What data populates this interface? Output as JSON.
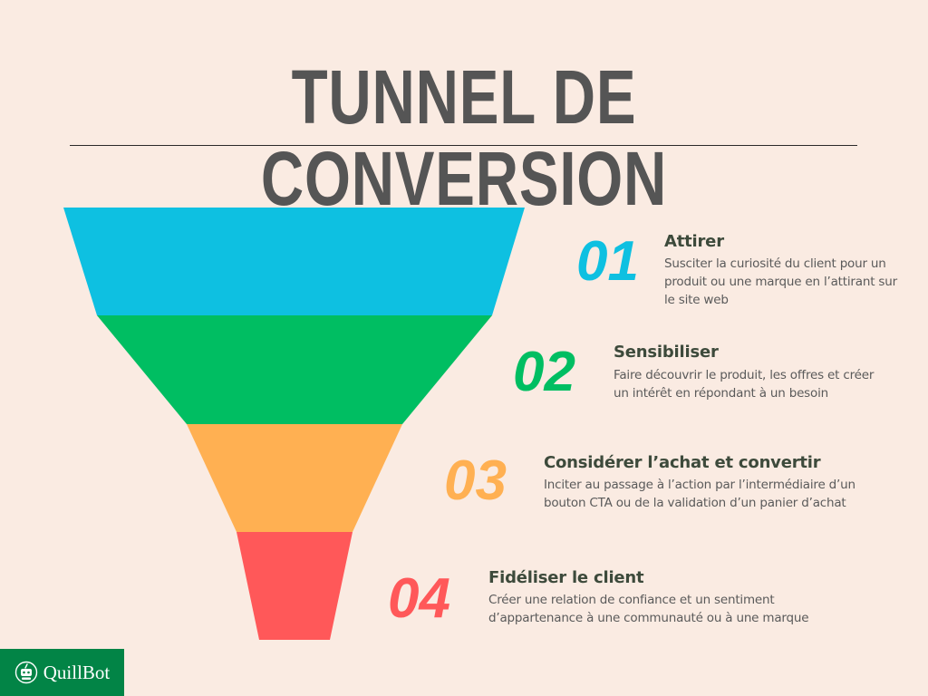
{
  "header": {
    "title": "TUNNEL DE CONVERSION"
  },
  "funnel": {
    "colors": [
      "#0EC0E1",
      "#00BE62",
      "#FFB052",
      "#FF5859"
    ]
  },
  "steps": [
    {
      "number": "01",
      "color": "#0EC0E1",
      "title": "Attirer",
      "lines": [
        "Susciter la curiosité du client pour un",
        "produit ou une marque en l’attirant sur",
        "le site web"
      ]
    },
    {
      "number": "02",
      "color": "#00BE62",
      "title": "Sensibiliser",
      "lines": [
        "Faire découvrir le produit, les offres et créer",
        "un intérêt en répondant à un besoin"
      ]
    },
    {
      "number": "03",
      "color": "#FFB052",
      "title": "Considérer l’achat et convertir",
      "lines": [
        "Inciter au passage à l’action par l’intermédiaire d’un",
        "bouton CTA ou de la validation d’un panier d’achat"
      ]
    },
    {
      "number": "04",
      "color": "#FF5859",
      "title": "Fidéliser le client",
      "lines": [
        "Créer une relation de confiance et un sentiment",
        "d’appartenance à une communauté ou à une marque"
      ]
    }
  ],
  "branding": {
    "logo_text": "QuillBot",
    "logo_color": "#028446"
  }
}
